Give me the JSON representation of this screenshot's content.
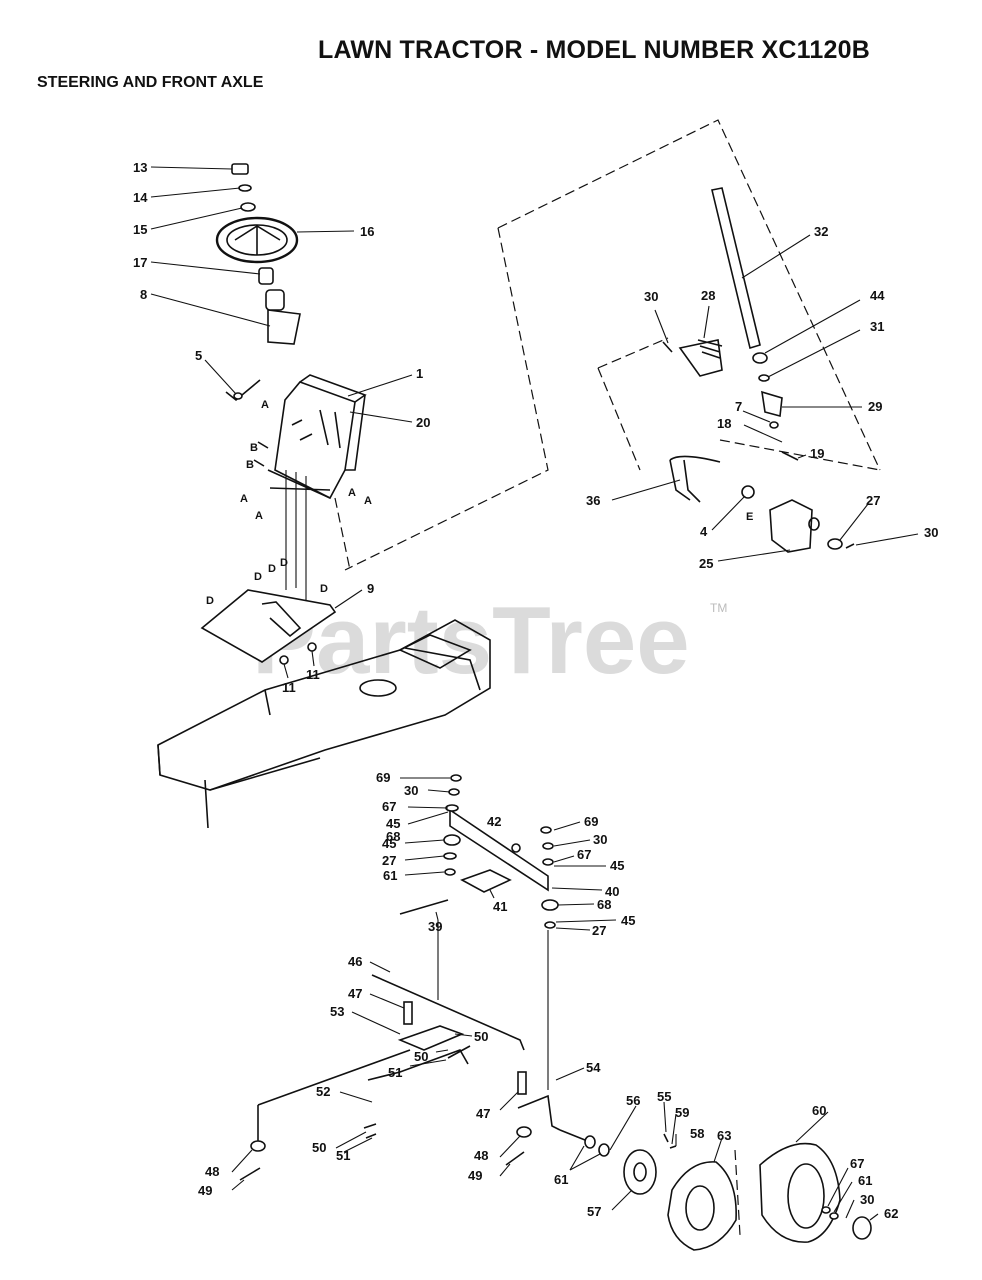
{
  "header": {
    "title": "LAWN TRACTOR - MODEL NUMBER XC1120B",
    "section": "STEERING AND FRONT AXLE"
  },
  "watermark": {
    "text": "PartsTree",
    "tm": "TM"
  },
  "callouts": {
    "c13": "13",
    "c14": "14",
    "c15": "15",
    "c16": "16",
    "c17": "17",
    "c8": "8",
    "c5": "5",
    "c1": "1",
    "c20": "20",
    "c9": "9",
    "c11a": "11",
    "c11b": "11",
    "c32": "32",
    "c30a": "30",
    "c28": "28",
    "c44": "44",
    "c31": "31",
    "c29": "29",
    "c7": "7",
    "c18": "18",
    "c19": "19",
    "c36": "36",
    "c4": "4",
    "c27a": "27",
    "c30b": "30",
    "c25": "25",
    "c69a": "69",
    "c30c": "30",
    "c67a": "67",
    "c45a": "45",
    "c68a": "68",
    "c45b": "45",
    "c27b": "27",
    "c61a": "61",
    "c42": "42",
    "c69b": "69",
    "c30d": "30",
    "c67b": "67",
    "c45c": "45",
    "c40": "40",
    "c68b": "68",
    "c45d": "45",
    "c27c": "27",
    "c41": "41",
    "c39": "39",
    "c46": "46",
    "c47a": "47",
    "c53": "53",
    "c50a": "50",
    "c50b": "50",
    "c51a": "51",
    "c52": "52",
    "c54": "54",
    "c47b": "47",
    "c56": "56",
    "c55": "55",
    "c59": "59",
    "c58": "58",
    "c63": "63",
    "c60": "60",
    "c50c": "50",
    "c51b": "51",
    "c48a": "48",
    "c49a": "49",
    "c48b": "48",
    "c49b": "49",
    "c61b": "61",
    "c57": "57",
    "c67c": "67",
    "c61c": "61",
    "c30e": "30",
    "c62": "62"
  },
  "reference_letters": {
    "a1": "A",
    "a2": "A",
    "a3": "A",
    "a4": "A",
    "a5": "A",
    "b1": "B",
    "b2": "B",
    "d1": "D",
    "d2": "D",
    "d3": "D",
    "d4": "D",
    "d5": "D",
    "e1": "E"
  }
}
